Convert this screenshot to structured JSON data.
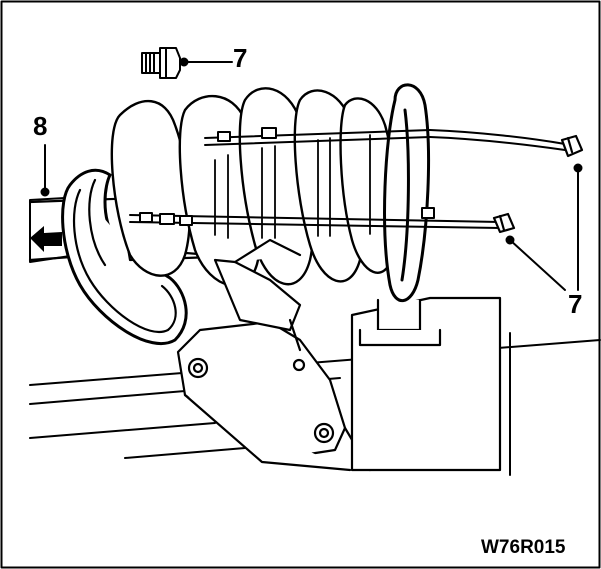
{
  "figure": {
    "callouts": {
      "fastener_top": "7",
      "compressor_arm": "8",
      "fastener_right": "7"
    },
    "reference_code": "W76R015"
  },
  "colors": {
    "line": "#000000",
    "background": "#ffffff"
  }
}
